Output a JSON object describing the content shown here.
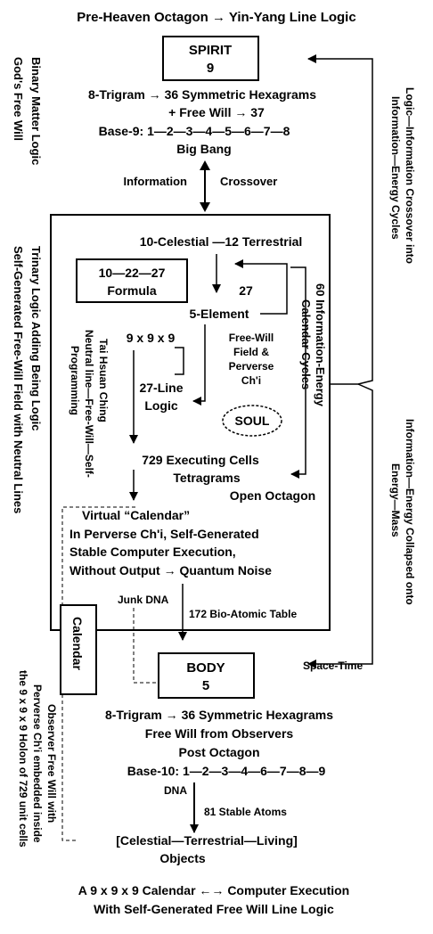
{
  "title": "Pre-Heaven Octagon → Yin-Yang Line Logic",
  "spirit": {
    "label": "SPIRIT",
    "number": "9"
  },
  "upper_block": {
    "line1": "8-Trigram → 36 Symmetric Hexagrams",
    "line2": "+ Free Will → 37",
    "line3": "Base-9: 1—2—3—4—5—6—7—8",
    "line4": "Big Bang"
  },
  "crossover": {
    "left": "Information",
    "right": "Crossover"
  },
  "left_side": {
    "binary_line1": "Binary Matter Logic",
    "binary_line2": "God's Free Will",
    "trinary_line1": "Trinary Logic Adding Being Logic",
    "trinary_line2": "Self-Generated Free-Will Field with Neutral Lines"
  },
  "right_side": {
    "top_line1": "Logic—Information Crossover into",
    "top_line2": "Information—Energy Cycles",
    "bottom_line1": "Information—Energy Collapsed onto",
    "bottom_line2": "Energy—Mass"
  },
  "inner": {
    "celestial": "10-Celestial —12 Terrestrial",
    "formula_line1": "10—22—27",
    "formula_line2": "Formula",
    "n27": "27",
    "five_element": "5-Element",
    "nine": "9 x 9 x 9",
    "line27_1": "27-Line",
    "line27_2": "Logic",
    "freewill_1": "Free-Will",
    "freewill_2": "Field &",
    "freewill_3": "Perverse",
    "freewill_4": "Ch'i",
    "soul": "SOUL",
    "taihsuan_1": "Tai Hsuan Ching",
    "taihsuan_2": "Neutral line—Free-Will—Self-",
    "taihsuan_3": "Programming",
    "cycles_1": "60 Information-Energy",
    "cycles_2": "Calendar Cycles",
    "cells_1": "729 Executing Cells",
    "cells_2": "Tetragrams",
    "open_octagon": "Open Octagon",
    "virtual_1": "Virtual “Calendar”",
    "virtual_2": "In Perverse Ch'i, Self-Generated",
    "virtual_3": "Stable Computer Execution,",
    "virtual_4": "Without Output → Quantum Noise",
    "junk_dna": "Junk DNA",
    "bio_atomic": "172 Bio-Atomic Table"
  },
  "calendar_box": "Calendar",
  "observer": {
    "line1": "Observer Free Will with",
    "line2": "Perverse Ch'i embedded inside",
    "line3": "the 9 x 9 x 9 Holon of 729 unit cells"
  },
  "body": {
    "label": "BODY",
    "number": "5"
  },
  "space_time": "Space-Time",
  "lower_block": {
    "line1": "8-Trigram → 36 Symmetric Hexagrams",
    "line2": "Free Will from Observers",
    "line3": "Post Octagon",
    "line4": "Base-10: 1—2—3—4—6—7—8—9"
  },
  "dna": "DNA",
  "stable_atoms": "81 Stable Atoms",
  "objects_line1": "[Celestial—Terrestrial—Living]",
  "objects_line2": "Objects",
  "footer_line1": "A 9 x 9 x 9 Calendar ←→ Computer Execution",
  "footer_line2": "With Self-Generated Free Will Line Logic"
}
